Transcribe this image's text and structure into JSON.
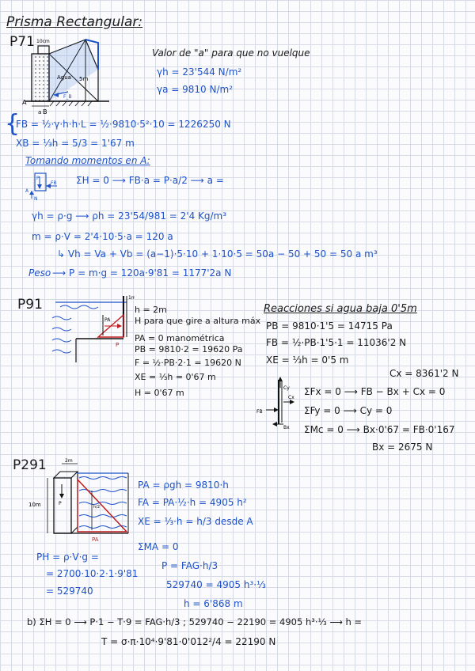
{
  "title": "Prisma Rectangular:",
  "p71": {
    "label": "P71",
    "fig": {
      "top": "10cm",
      "a": "a",
      "agua": "Agua",
      "depth": "5m",
      "A": "A",
      "B": "B",
      "fb": "F_B"
    },
    "goal": "Valor de \"a\" para que no vuelque",
    "gamma_h": "γh = 23'544 N/m²",
    "gamma_a": "γa = 9810 N/m²",
    "fb_eq": "FB = ½·γ·h·h·L = ½·9810·5²·10 = 1226250 N",
    "xb_eq": "XB = ⅓h = 5/3 = 1'67 m",
    "moments_title": "Tomando momentos en A:",
    "mini": {
      "p": "P",
      "fb": "FB",
      "a": "A",
      "n": "N"
    },
    "moment_eq": "ΣH = 0 ⟶ FB·a = P·a/2 ⟶ a =",
    "rho_eq": "γh = ρ·g ⟶ ρh = 23'54/981 = 2'4 Kg/m³",
    "m_eq": "m = ρ·V = 2'4·10·5·a = 120 a",
    "v_eq": "↳ Vh = Va + Vb = (a−1)·5·10 + 1·10·5 = 50a − 50 + 50 = 50 a m³",
    "weight_label": "Peso",
    "weight_eq": "⟶ P = m·g = 120a·9'81 = 1177'2a N"
  },
  "p91": {
    "label": "P91",
    "fig": {
      "top": "1m",
      "pa": "PA",
      "p": "P"
    },
    "h": "h = 2m",
    "h_desc": "H para que gire a altura máx",
    "pa_zero": "PA = 0 manométrica",
    "pb_eq": "PB = 9810·2 = 19620 Pa",
    "f_eq": "F = ½·PB·2·1 = 19620 N",
    "xe_eq": "XE = ⅓h = 0'67 m",
    "H_eq": "H = 0'67 m",
    "reactions_title": "Reacciones si agua baja 0'5m",
    "rpb": "PB = 9810·1'5 = 14715 Pa",
    "rfb": "FB = ½·PB·1'5·1 = 11036'2 N",
    "rxe": "XE = ⅓h = 0'5 m",
    "cx_val": "Cx = 8361'2 N",
    "fbd": {
      "cy": "Cy",
      "cx": "Cx",
      "fb": "FB",
      "bx": "Bx"
    },
    "sum_fx": "ΣFx = 0 ⟶ FB − Bx + Cx = 0",
    "sum_fy": "ΣFy = 0 ⟶ Cy = 0",
    "sum_mc": "ΣMc = 0 ⟶ Bx·0'67 = FB·0'167",
    "bx_val": "Bx = 2675 N"
  },
  "p291": {
    "label": "P291",
    "fig": {
      "width": "2m",
      "height": "10m",
      "p": "P",
      "pa": "PA",
      "h_mid": "h/2"
    },
    "pa_eq": "PA = ρgh = 9810·h",
    "fa_eq": "FA = PA·½·h = 4905 h²",
    "xe_eq": "XE = ⅓·h = h/3 desde A",
    "sum_ma": "ΣMA = 0",
    "ph_1": "PH = ρ·V·g =",
    "ph_2": "= 2700·10·2·1·9'81",
    "ph_3": "= 529740",
    "p_eq": "P = FAG·h/3",
    "p_val": "529740 = 4905 h³·⅓",
    "h_val": "h = 6'868 m",
    "b_eq": "b) ΣH = 0 ⟶ P·1 − T·9 = FAG·h/3 ;  529740 − 22190 = 4905 h³·⅓ ⟶ h =",
    "t_eq": "T = σ·π·10⁴·9'81·0'012²/4 = 22190 N"
  }
}
